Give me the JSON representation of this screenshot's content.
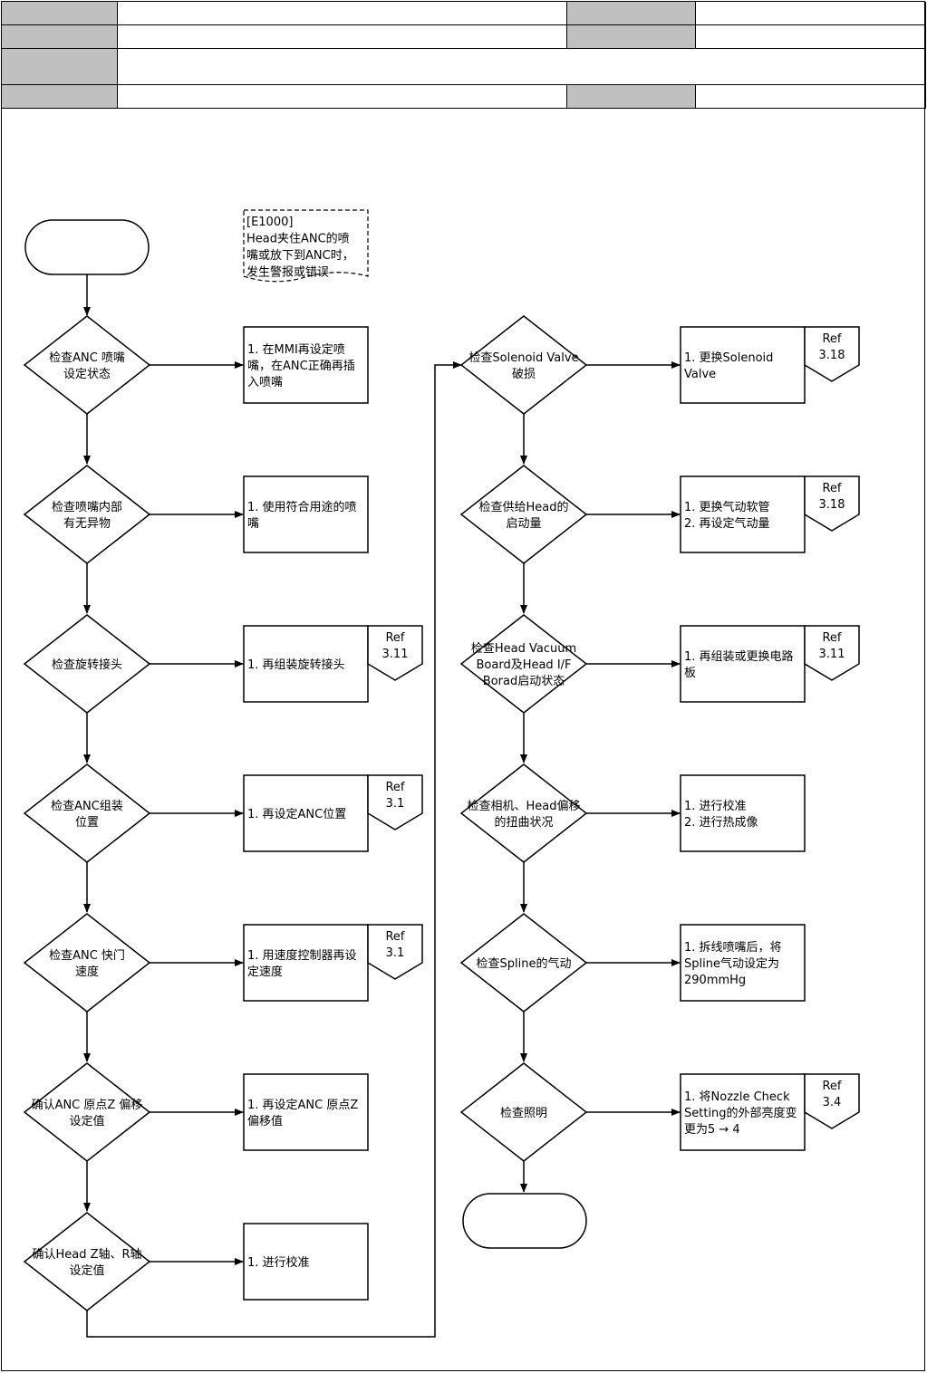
{
  "note": [
    "[E1000]",
    "Head夹住ANC的喷",
    "嘴或放下到ANC时，",
    "发生警报或错误"
  ],
  "decisions_left": [
    [
      "检查ANC 喷嘴",
      "设定状态"
    ],
    [
      "检查喷嘴内部",
      "有无异物"
    ],
    [
      "检查旋转接头"
    ],
    [
      "检查ANC组装",
      "位置"
    ],
    [
      "检查ANC 快门",
      "速度"
    ],
    [
      "确认ANC 原点Z 偏移",
      "设定值"
    ],
    [
      "确认Head Z轴、R轴",
      "设定值"
    ]
  ],
  "actions_left": [
    [
      "1. 在MMI再设定喷",
      "嘴，在ANC正确再插",
      "入喷嘴"
    ],
    [
      "1. 使用符合用途的喷",
      "嘴"
    ],
    [
      "1. 再组装旋转接头"
    ],
    [
      "1. 再设定ANC位置"
    ],
    [
      "1. 用速度控制器再设",
      "定速度"
    ],
    [
      "1. 再设定ANC 原点Z",
      "偏移值"
    ],
    [
      "1. 进行校准"
    ]
  ],
  "refs_left": [
    null,
    null,
    [
      "Ref",
      "3.11"
    ],
    [
      "Ref",
      "3.1"
    ],
    [
      "Ref",
      "3.1"
    ],
    null,
    null
  ],
  "decisions_right": [
    [
      "检查Solenoid Valve",
      "破损"
    ],
    [
      "检查供给Head的",
      "启动量"
    ],
    [
      "检查Head Vacuum",
      "Board及Head I/F",
      "Borad启动状态"
    ],
    [
      "检查相机、Head偏移",
      "的扭曲状况"
    ],
    [
      "检查Spline的气动"
    ],
    [
      "检查照明"
    ]
  ],
  "actions_right": [
    [
      "1. 更换Solenoid",
      "Valve"
    ],
    [
      "1. 更换气动软管",
      "2. 再设定气动量"
    ],
    [
      "1. 再组装或更换电路",
      "板"
    ],
    [
      "1. 进行校准",
      "2. 进行热成像"
    ],
    [
      "1. 拆线喷嘴后，将",
      "Spline气动设定为",
      "290mmHg"
    ],
    [
      "1. 将Nozzle Check",
      "Setting的外部亮度变",
      "更为5 → 4"
    ]
  ],
  "refs_right": [
    [
      "Ref",
      "3.18"
    ],
    [
      "Ref",
      "3.18"
    ],
    [
      "Ref",
      "3.11"
    ],
    null,
    null,
    [
      "Ref",
      "3.4"
    ]
  ],
  "colors": {
    "header_grey": "#c0c0c0",
    "line": "#000000"
  }
}
